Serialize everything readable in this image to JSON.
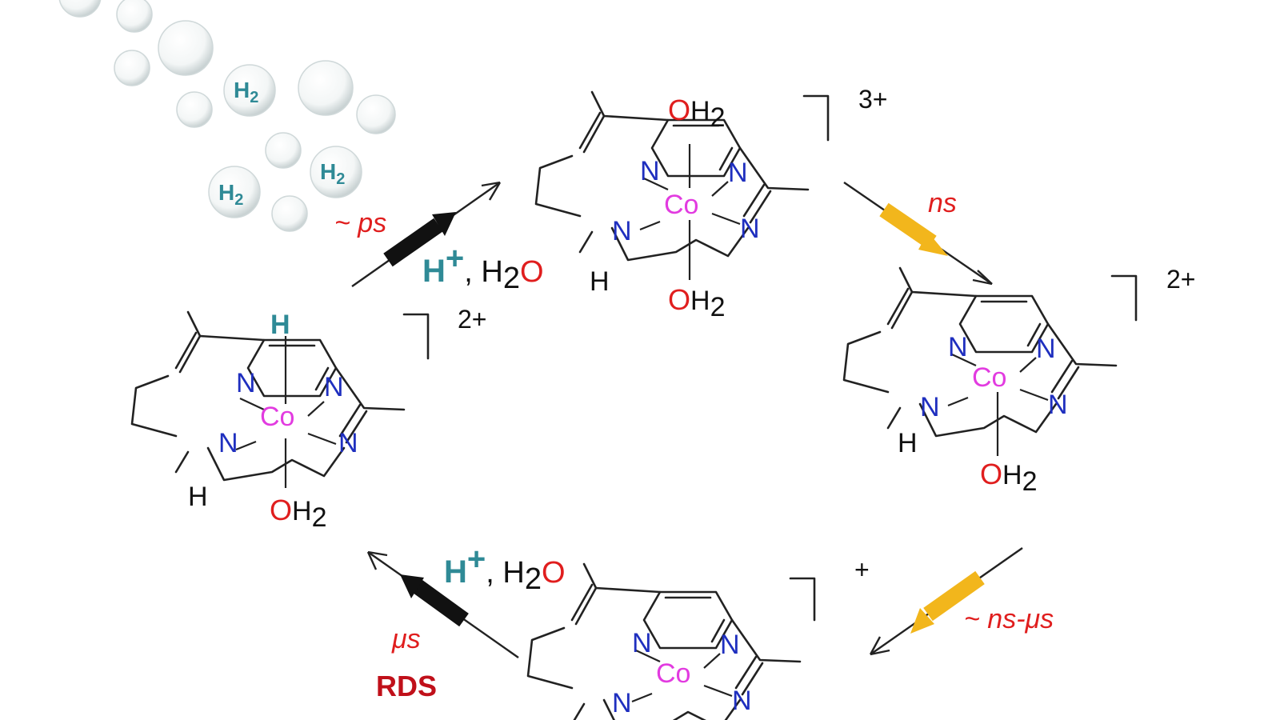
{
  "atoms": {
    "nitrogen": "N",
    "cobalt": "Co",
    "oxygen": "O",
    "hydrogen": "H",
    "hydride": "H"
  },
  "ligands": {
    "water_h": "H",
    "water_sub": "2"
  },
  "bubbles": {
    "h2_label": "H",
    "h2_sub": "2"
  },
  "complexes": [
    {
      "id": "co3",
      "charge": "3+"
    },
    {
      "id": "co2",
      "charge": "2+"
    },
    {
      "id": "co1",
      "charge": "+"
    },
    {
      "id": "coh",
      "charge": "2+"
    }
  ],
  "steps": {
    "step1": {
      "time": "ns"
    },
    "step2": {
      "time": "~ ns-μs"
    },
    "step3": {
      "time": "μs",
      "note": "RDS",
      "reagent_h": "H",
      "reagent_plus": "+",
      "reagent_sep": ", H",
      "reagent_sub": "2",
      "reagent_o": "O"
    },
    "step4": {
      "time": "~ ps",
      "reagent_h": "H",
      "reagent_plus": "+",
      "reagent_sep": ", H",
      "reagent_sub": "2",
      "reagent_o": "O"
    }
  },
  "colors": {
    "nitrogen": "#1f2fbf",
    "cobalt": "#e23be0",
    "oxygen": "#e01e1e",
    "hydrogen_highlight": "#2f8a96",
    "fast_arrow": "#f2b61c",
    "slow_arrow": "#111111"
  }
}
